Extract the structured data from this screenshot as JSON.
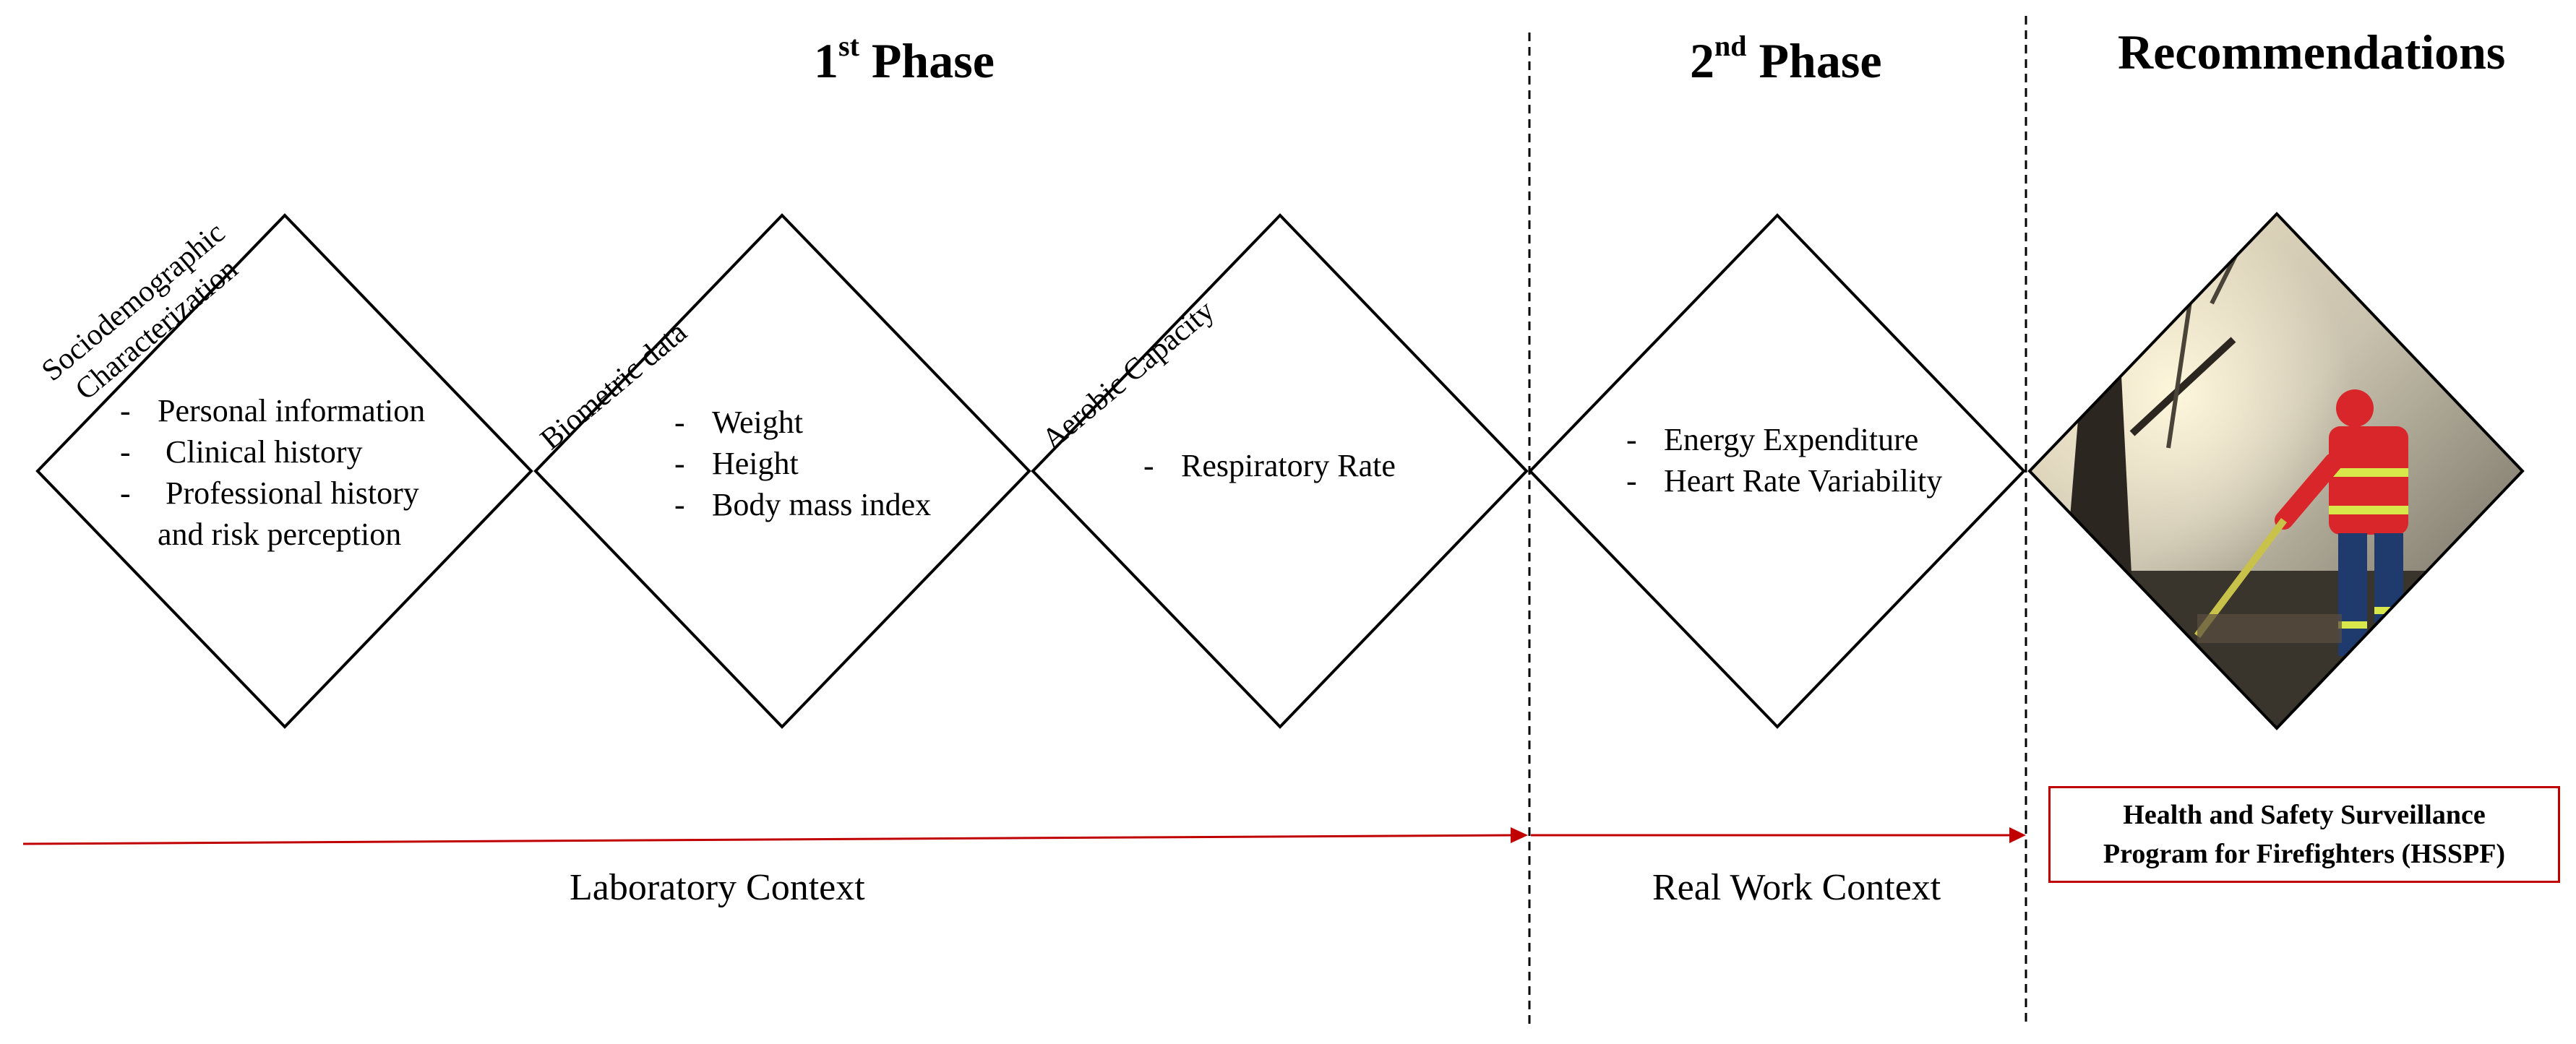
{
  "phases": {
    "phase1": {
      "main": "1",
      "sup": "st",
      "word": "Phase"
    },
    "phase2": {
      "main": "2",
      "sup": "nd",
      "word": "Phase"
    },
    "recommendations": "Recommendations"
  },
  "categories": {
    "sociodemographic": {
      "line1": "Sociodemographic",
      "line2": "Characterization"
    },
    "biometric": "Biometric data",
    "aerobic": "Aerobic Capacity"
  },
  "diamonds": {
    "d1": {
      "dash": "-",
      "items": [
        "Personal information",
        "Clinical history",
        "Professional history"
      ],
      "continuation": "and risk perception"
    },
    "d2": {
      "dash": "-",
      "items": [
        "Weight",
        "Height",
        "Body mass index"
      ]
    },
    "d3": {
      "dash": "-",
      "items": [
        "Respiratory Rate"
      ]
    },
    "d4": {
      "dash": "-",
      "items": [
        "Energy Expenditure",
        "Heart Rate Variability"
      ]
    }
  },
  "contexts": {
    "laboratory": "Laboratory Context",
    "real_work": "Real Work Context"
  },
  "program": {
    "line1": "Health and Safety Surveillance",
    "line2": "Program for Firefighters (HSSPF)"
  },
  "colors": {
    "arrow": "#c00000",
    "box_border": "#c00000",
    "lines": "#000000"
  },
  "image": "photo of a firefighter in red and yellow reflective gear with helmet working among trees and smoke"
}
